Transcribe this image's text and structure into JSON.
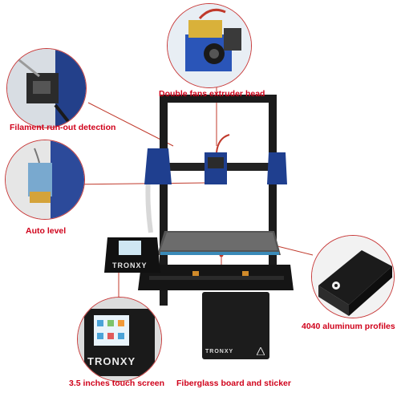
{
  "callouts": {
    "extruder": "Double fans extruder head",
    "filament": "Filament run-out detection",
    "autolevel": "Auto level",
    "profiles": "4040 aluminum  profiles",
    "touchscreen": "3.5 inches  touch screen",
    "fiberglass": "Fiberglass board and sticker"
  },
  "screen_brand": "TRONXY",
  "sticker_brand": "TRONXY",
  "colors": {
    "accent_red": "#d0021b",
    "frame_black": "#1b1b1b",
    "carriage_blue": "#1f3f8f"
  }
}
